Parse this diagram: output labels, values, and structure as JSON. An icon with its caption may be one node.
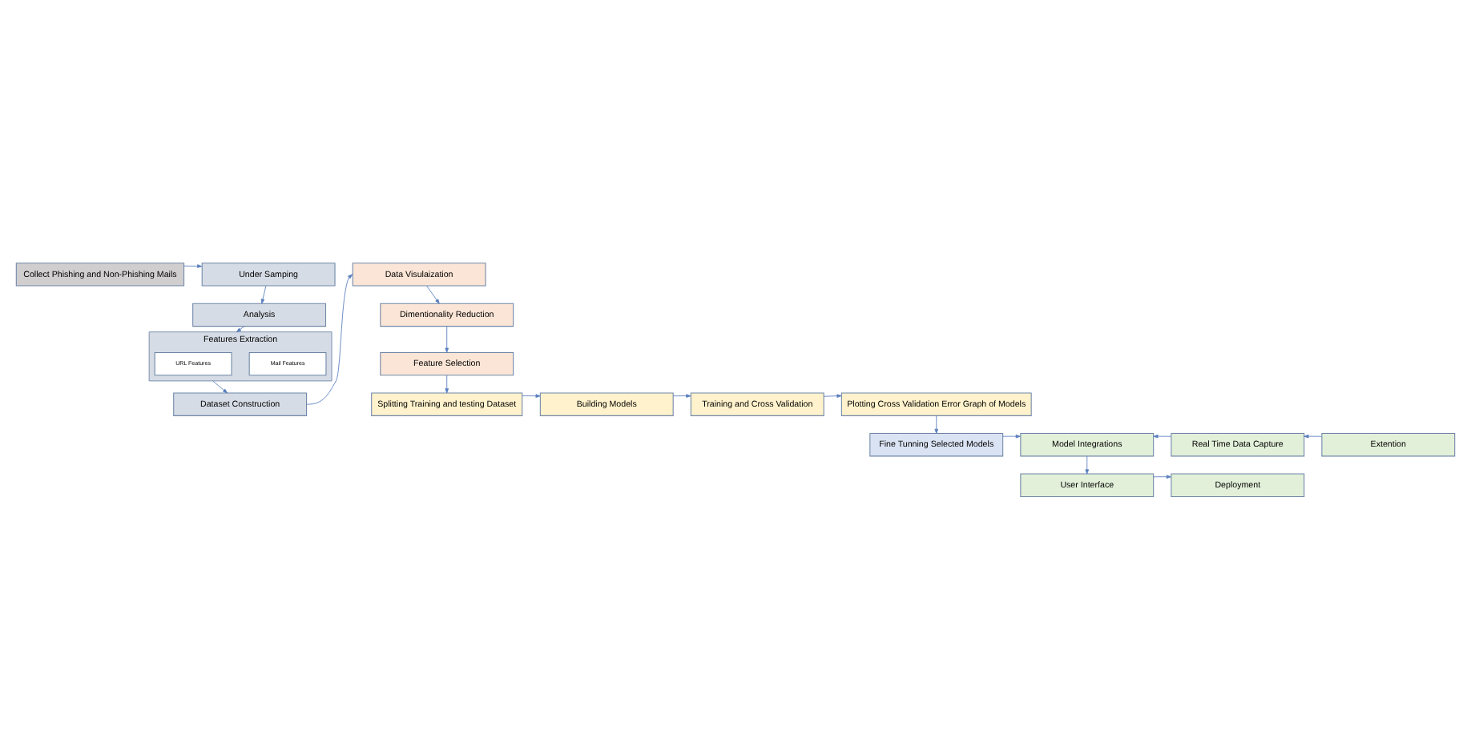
{
  "diagram": {
    "nodes": [
      {
        "text": [
          "Collect Phishing and Non-Phishing Mails"
        ]
      },
      {
        "text": [
          "Under Samping"
        ]
      },
      {
        "text": [
          "Analysis"
        ]
      },
      {
        "text": [
          "Features Extraction"
        ]
      },
      {
        "text": [
          "URL Features"
        ],
        "in": 3
      },
      {
        "text": [
          "Mail Features"
        ],
        "in": 3
      },
      {
        "text": [
          "Dataset Construction"
        ]
      },
      {
        "text": [
          "Data Visulaization"
        ]
      },
      {
        "text": [
          "Dimentionality Reduction"
        ]
      },
      {
        "text": [
          "Feature Selection"
        ]
      },
      {
        "text": [
          "Plotting Cross Validation Error Graph of Models"
        ]
      },
      {
        "text": [
          "Training and Cross Validation"
        ]
      },
      {
        "text": [
          "Building Models"
        ]
      },
      {
        "text": [
          "Splitting Training and testing Dataset"
        ]
      },
      {
        "text": [
          "Fine Tunning Selected Models"
        ]
      },
      {
        "text": [
          "Model Integrations"
        ]
      },
      {
        "text": [
          "Real Time Data Capture"
        ]
      },
      {
        "text": [
          "Extention"
        ]
      },
      {
        "text": [
          "User Interface"
        ]
      },
      {
        "text": [
          "Deployment"
        ]
      }
    ],
    "edges": [
      {
        "from": 0,
        "to": 1,
        "arrow": "to"
      },
      {
        "from": 1,
        "to": 2,
        "arrow": "to"
      },
      {
        "from": 2,
        "to": 3,
        "arrow": "to"
      },
      {
        "from": 3,
        "to": 6,
        "arrow": "to"
      },
      {
        "from": 6,
        "to": 7,
        "arrow": "to"
      },
      {
        "from": 7,
        "to": 8,
        "arrow": "to"
      },
      {
        "from": 8,
        "to": 9,
        "arrow": "to"
      },
      {
        "from": 9,
        "to": 13,
        "arrow": "to"
      },
      {
        "from": 13,
        "to": 12,
        "arrow": "to"
      },
      {
        "from": 12,
        "to": 11,
        "arrow": "to"
      },
      {
        "from": 11,
        "to": 10,
        "arrow": "to"
      },
      {
        "from": 10,
        "to": 14,
        "arrow": "to"
      },
      {
        "from": 14,
        "to": 15,
        "arrow": "to"
      },
      {
        "from": 16,
        "to": 15,
        "arrow": "to"
      },
      {
        "from": 17,
        "to": 16,
        "arrow": "to"
      },
      {
        "from": 15,
        "to": 18,
        "arrow": "to"
      },
      {
        "from": 18,
        "to": 19,
        "arrow": "to"
      }
    ]
  }
}
